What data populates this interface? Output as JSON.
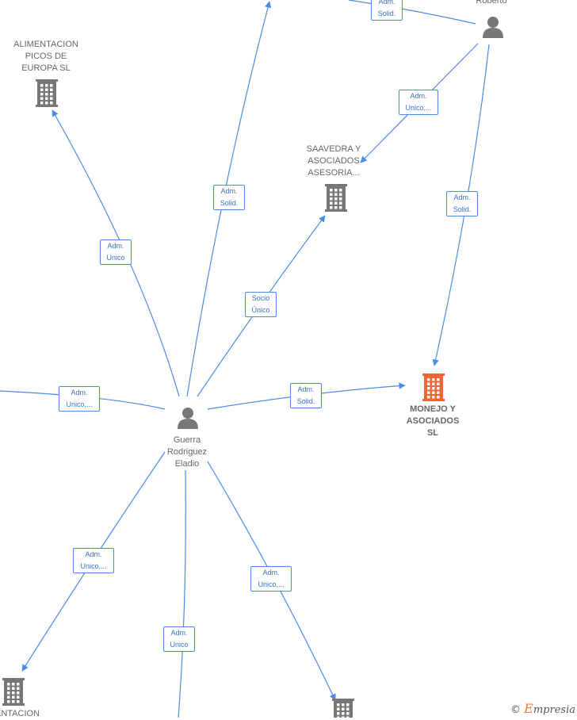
{
  "colors": {
    "edge": "#4a8be8",
    "company": "#777777",
    "company_highlight": "#ee6633",
    "person": "#777777"
  },
  "nodes": [
    {
      "id": "roberto",
      "kind": "person",
      "label": "Roberto"
    },
    {
      "id": "alimentacion-top",
      "kind": "company",
      "label": "ALIMENTACION\nPICOS DE\nEUROPA SL"
    },
    {
      "id": "saavedra",
      "kind": "company",
      "label": "SAAVEDRA Y\nASOCIADOS\nASESORIA..."
    },
    {
      "id": "monejo",
      "kind": "company-main",
      "label": "MONEJO Y\nASOCIADOS\nSL"
    },
    {
      "id": "guerra",
      "kind": "person",
      "label": "Guerra\nRodriguez\nEladio"
    },
    {
      "id": "alimentacion-bottom",
      "kind": "company",
      "label": "ENTACION"
    },
    {
      "id": "company-bottom-right",
      "kind": "company",
      "label": ""
    }
  ],
  "edges": [
    {
      "id": "e1",
      "label": "Adm.\nSolid."
    },
    {
      "id": "e2",
      "label": "Adm.\nUnico,..."
    },
    {
      "id": "e3",
      "label": "Adm.\nSolid."
    },
    {
      "id": "e4",
      "label": "Adm.\nUnico"
    },
    {
      "id": "e5",
      "label": "Adm.\nSolid."
    },
    {
      "id": "e6",
      "label": "Socio\nÚnico"
    },
    {
      "id": "e7",
      "label": "Adm.\nUnico,..."
    },
    {
      "id": "e8",
      "label": "Adm.\nSolid."
    },
    {
      "id": "e9",
      "label": "Adm.\nUnico,..."
    },
    {
      "id": "e10",
      "label": "Adm.\nUnico"
    },
    {
      "id": "e11",
      "label": "Adm.\nUnico,..."
    }
  ],
  "watermark": {
    "symbol": "©",
    "initial": "E",
    "rest": "mpresia"
  }
}
